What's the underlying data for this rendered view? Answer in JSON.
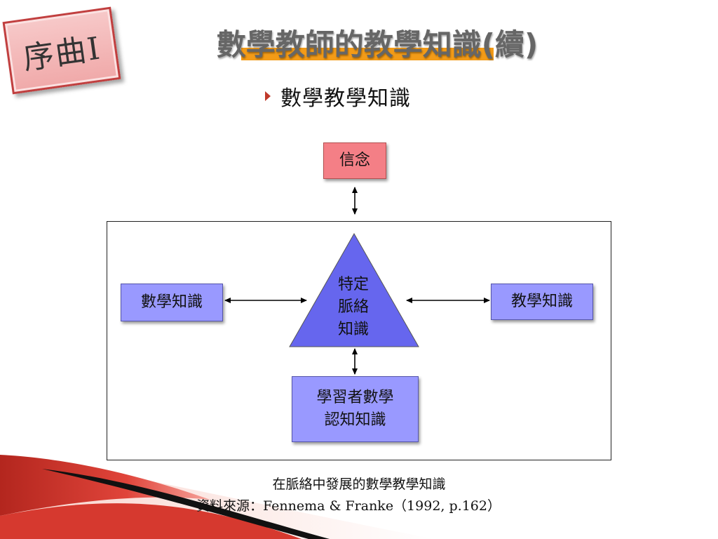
{
  "section_tab": {
    "label": "序曲Ⅰ"
  },
  "title": "數學教師的教學知識(續)",
  "bullet": "數學教學知識",
  "diagram": {
    "belief": "信念",
    "center": [
      "特定",
      "脈絡",
      "知識"
    ],
    "math_knowledge": "數學知識",
    "pedagogy_knowledge": "教學知識",
    "learner_knowledge": [
      "學習者數學",
      "認知知識"
    ]
  },
  "caption": {
    "line1": "在脈絡中發展的數學教學知識",
    "line2": "資料來源：Fennema & Franke（1992, p.162）"
  },
  "colors": {
    "accent_orange": "#f39b17",
    "belief_fill": "#f47f86",
    "knowledge_fill": "#9999ff",
    "triangle_fill": "#6666ee",
    "decor_red": "#c0392b"
  }
}
